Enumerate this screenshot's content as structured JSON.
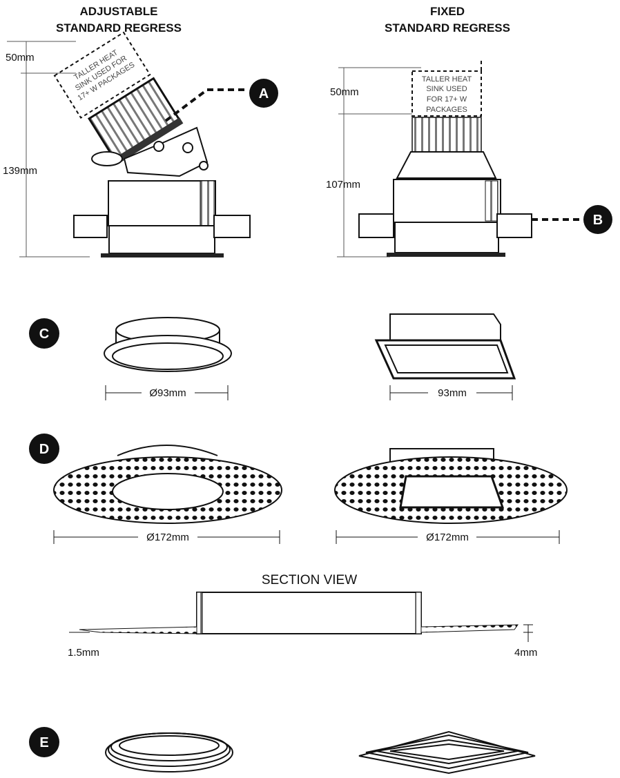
{
  "headers": {
    "left_line1": "ADJUSTABLE",
    "left_line2": "STANDARD REGRESS",
    "right_line1": "FIXED",
    "right_line2": "STANDARD REGRESS"
  },
  "dimensions": {
    "adj_top": "50mm",
    "adj_height": "139mm",
    "fix_top": "50mm",
    "fix_height": "107mm",
    "round_trim": "Ø93mm",
    "square_trim": "93mm",
    "plaster_round": "Ø172mm",
    "plaster_square": "Ø172mm",
    "section_left": "1.5mm",
    "section_right": "4mm"
  },
  "notes": {
    "heatsink_adj_l1": "TALLER HEAT",
    "heatsink_adj_l2": "SINK USED FOR",
    "heatsink_adj_l3": "17+ W PACKAGES",
    "heatsink_fix_l1": "TALLER HEAT",
    "heatsink_fix_l2": "SINK USED",
    "heatsink_fix_l3": "FOR 17+ W",
    "heatsink_fix_l4": "PACKAGES"
  },
  "callouts": {
    "a": "A",
    "b": "B",
    "c": "C",
    "d": "D",
    "e": "E"
  },
  "section_title": "SECTION VIEW"
}
